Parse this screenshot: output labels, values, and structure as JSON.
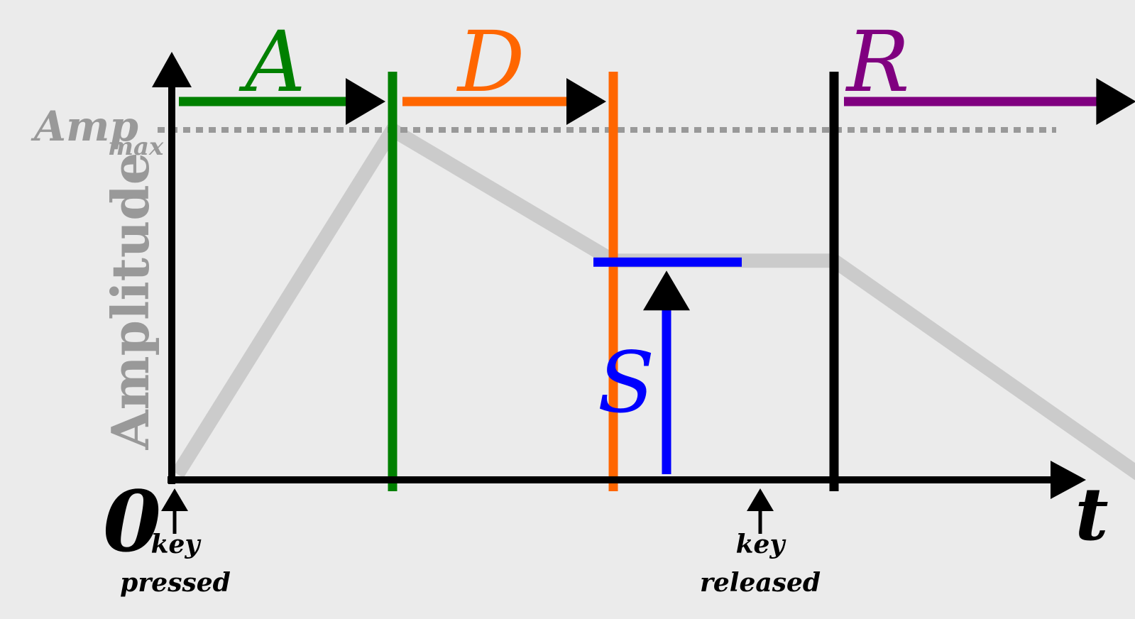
{
  "colors": {
    "background": "#ebebeb",
    "axis": "#000000",
    "envelope": "#cbcbcb",
    "amp_max": "#999999",
    "attack": "#008000",
    "decay": "#ff6600",
    "sustain": "#0000ff",
    "release": "#800080",
    "key_release_line": "#000000"
  },
  "labels": {
    "attack": "A",
    "decay": "D",
    "sustain": "S",
    "release": "R",
    "amp_main": "Amp",
    "amp_sub": "max",
    "y_axis": "Amplitude",
    "origin": "0",
    "time": "t",
    "key_pressed_line1": "key",
    "key_pressed_line2": "pressed",
    "key_released_line1": "key",
    "key_released_line2": "released"
  },
  "chart_data": {
    "type": "line",
    "x": [
      0,
      1,
      2,
      3,
      4.4
    ],
    "y": [
      0,
      1,
      0.62,
      0.62,
      0
    ],
    "phase_boundaries": [
      1,
      2,
      3,
      4.4
    ],
    "sustain_level": 0.62,
    "amp_max": 1,
    "xlabel": "t",
    "ylabel": "Amplitude",
    "grid": false
  }
}
